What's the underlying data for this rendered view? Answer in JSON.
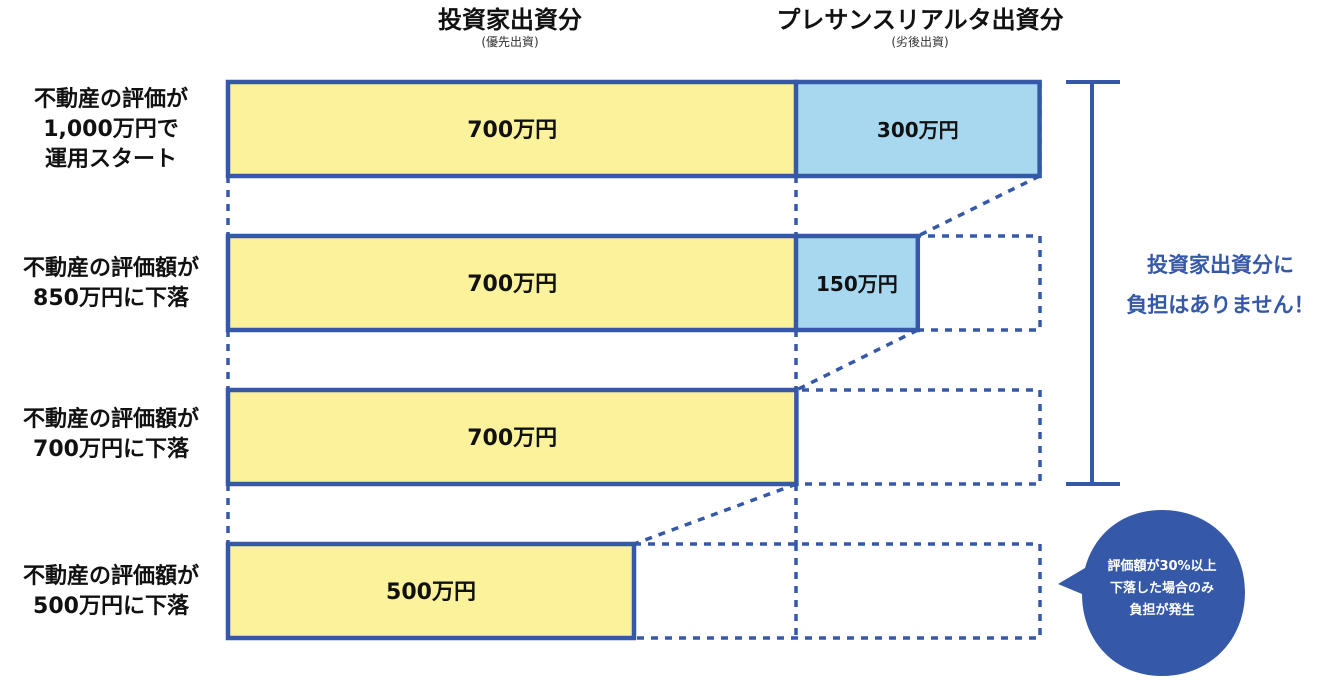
{
  "headers": {
    "investor": {
      "title": "投資家出資分",
      "sub": "(優先出資)"
    },
    "presansu": {
      "title": "プレサンスリアルタ出資分",
      "sub": "(劣後出資)"
    }
  },
  "rows": [
    {
      "label": "不動産の評価が\n1,000万円で\n運用スタート",
      "investor_value": 700,
      "investor_label": "700万円",
      "sub_value": 300,
      "sub_label": "300万円"
    },
    {
      "label": "不動産の評価額が\n850万円に下落",
      "investor_value": 700,
      "investor_label": "700万円",
      "sub_value": 150,
      "sub_label": "150万円"
    },
    {
      "label": "不動産の評価額が\n700万円に下落",
      "investor_value": 700,
      "investor_label": "700万円",
      "sub_value": 0,
      "sub_label": ""
    },
    {
      "label": "不動産の評価額が\n500万円に下落",
      "investor_value": 500,
      "investor_label": "500万円",
      "sub_value": 0,
      "sub_label": ""
    }
  ],
  "note": "投資家出資分に\n負担はありません！",
  "bubble": "評価額が30%以上\n下落した場合のみ\n負担が発生",
  "colors": {
    "investor_fill": "#fbf29b",
    "sub_fill": "#a8d8f0",
    "stroke": "#3559a8",
    "text": "#111111"
  }
}
